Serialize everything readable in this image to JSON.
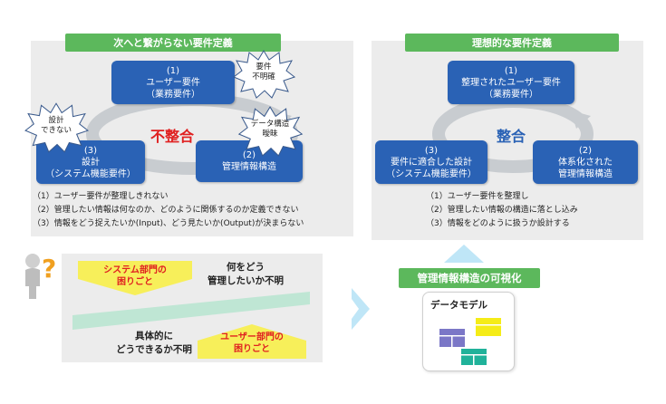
{
  "left": {
    "title": "次へと繋がらない要件定義",
    "center_label": "不整合",
    "box1": {
      "num": "(1)",
      "line1": "ユーザー要件",
      "line2": "（業務要件）"
    },
    "box2": {
      "num": "(2)",
      "line1": "管理情報構造"
    },
    "box3": {
      "num": "(3)",
      "line1": "設計",
      "line2": "（システム機能要件）"
    },
    "star1": {
      "line1": "要件",
      "line2": "不明確"
    },
    "star2": {
      "line1": "設計",
      "line2": "できない"
    },
    "star3": {
      "line1": "データ構造",
      "line2": "曖昧"
    },
    "items": [
      "（1）ユーザー要件が整理しきれない",
      "（2）管理したい情報は何なのか、どのように関係するのか定義できない",
      "（3）情報をどう捉えたいか(Input)、どう見たいか(Output)が決まらない"
    ]
  },
  "right": {
    "title": "理想的な要件定義",
    "center_label": "整合",
    "box1": {
      "num": "(1)",
      "line1": "整理されたユーザー要件",
      "line2": "（業務要件）"
    },
    "box2": {
      "num": "(2)",
      "line1": "体系化された",
      "line2": "管理情報構造"
    },
    "box3": {
      "num": "(3)",
      "line1": "要件に適合した設計",
      "line2": "（システム機能要件）"
    },
    "items": [
      "（1）ユーザー要件を整理し",
      "（2）管理したい情報の構造に落とし込み",
      "（3）情報をどのように扱うか設計する"
    ]
  },
  "problem": {
    "sys_label1": "システム部門の",
    "sys_label2": "困りごと",
    "sys_text1": "何をどう",
    "sys_text2": "管理したいか不明",
    "user_label1": "ユーザー部門の",
    "user_label2": "困りごと",
    "user_text1": "具体的に",
    "user_text2": "どうできるか不明"
  },
  "viz": {
    "title": "管理情報構造の可視化",
    "model_label": "データモデル"
  },
  "colors": {
    "accent_green": "#5cb85c",
    "box_blue": "#2a62b5",
    "red": "#e02020",
    "arrow_light_blue": "#bfe6f7"
  }
}
